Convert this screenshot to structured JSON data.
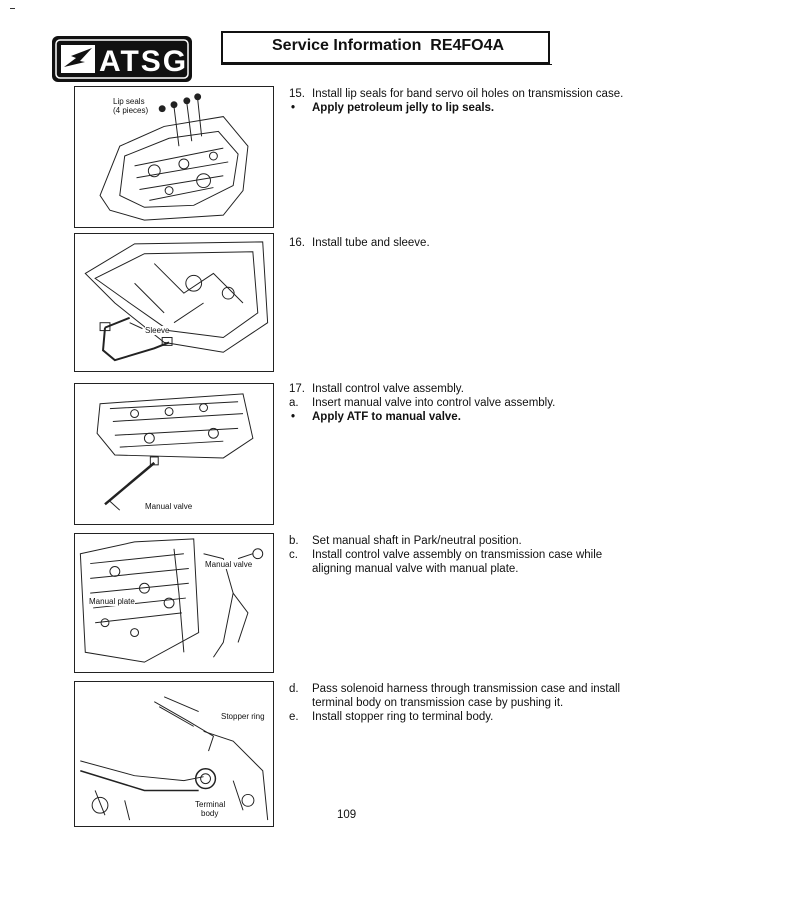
{
  "header": {
    "logo_text": "ATSG",
    "title": "Service Information",
    "model": "RE4FO4A"
  },
  "figures": {
    "fig1": {
      "label1": "Lip seals",
      "label2": "(4 pieces)"
    },
    "fig2": {
      "label": "Sleeve"
    },
    "fig3": {
      "label": "Manual valve"
    },
    "fig4": {
      "label1": "Manual valve",
      "label2": "Manual plate"
    },
    "fig5": {
      "label1": "Stopper ring",
      "label2": "Terminal",
      "label3": "body"
    }
  },
  "steps": {
    "s15": {
      "num": "15.",
      "text": "Install lip seals for band servo oil holes on transmission case.",
      "bullet": "•",
      "note": "Apply petroleum jelly to lip seals."
    },
    "s16": {
      "num": "16.",
      "text": "Install tube and sleeve."
    },
    "s17": {
      "num": "17.",
      "text": "Install control valve assembly.",
      "a_mk": "a.",
      "a_text": "Insert manual valve into control valve assembly.",
      "bullet": "•",
      "note": "Apply ATF to manual valve."
    },
    "sbc": {
      "b_mk": "b.",
      "b_text": "Set manual shaft in Park/neutral position.",
      "c_mk": "c.",
      "c_text": "Install control valve assembly on transmission case while aligning manual valve with manual plate."
    },
    "sde": {
      "d_mk": "d.",
      "d_text": "Pass solenoid harness through transmission case and install terminal body on transmission case by pushing it.",
      "e_mk": "e.",
      "e_text": "Install stopper ring to terminal body."
    }
  },
  "page_number": "109"
}
